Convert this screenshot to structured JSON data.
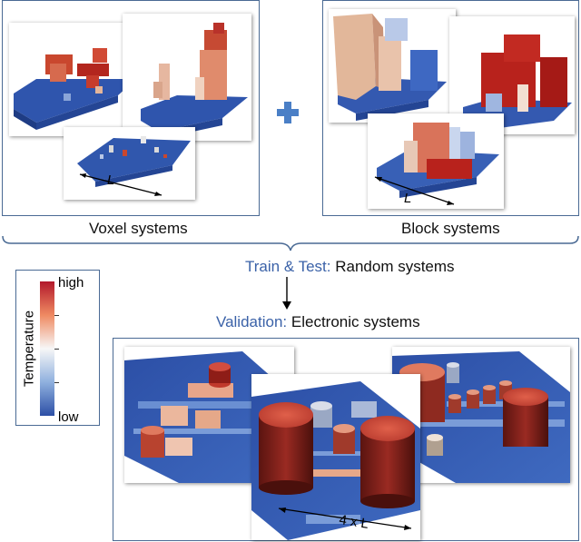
{
  "voxel_panel": {
    "caption": "Voxel systems",
    "dimension_label": "L"
  },
  "block_panel": {
    "caption": "Block systems",
    "dimension_label": "L"
  },
  "train_test": {
    "prefix": "Train & Test:",
    "text": "Random systems"
  },
  "validation": {
    "prefix": "Validation:",
    "text": "Electronic systems",
    "dimension_label": "4 x L"
  },
  "legend": {
    "title": "Temperature",
    "high_label": "high",
    "low_label": "low",
    "colors": {
      "high": "#b2182b",
      "mid": "#f7f7f7",
      "low": "#2c4fa6"
    }
  },
  "colors": {
    "frame": "#4a6a94",
    "accent_blue": "#3b62a8",
    "plus": "#4a7fc6"
  }
}
